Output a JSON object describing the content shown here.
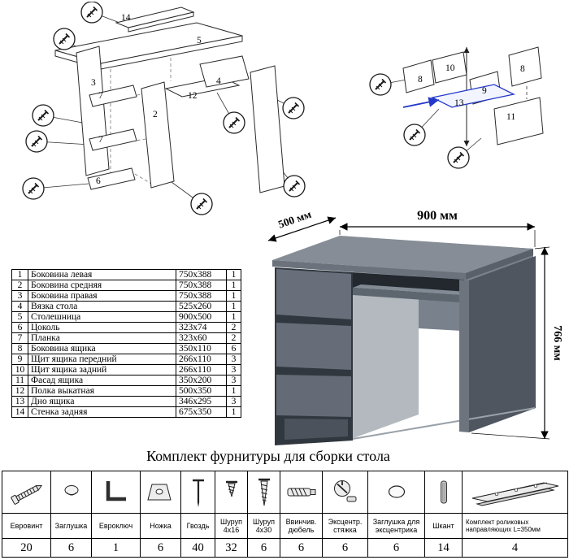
{
  "hardware_title": "Комплект фурнитуры для сборки стола",
  "desk_dimensions": {
    "width": "900 мм",
    "depth": "500 мм",
    "height": "766 мм"
  },
  "exploded_left_labels": {
    "p14": "14",
    "p5": "5",
    "p3": "3",
    "p7a": "7",
    "p7b": "7",
    "p6": "6",
    "p2": "2",
    "p12": "12",
    "p4": "4"
  },
  "exploded_right_labels": {
    "p10": "10",
    "p8a": "8",
    "p8b": "8",
    "p9": "9",
    "p13": "13",
    "p11": "11"
  },
  "parts_table": {
    "rows": [
      {
        "num": "1",
        "name": "Боковина левая",
        "size": "750х388",
        "qty": "1"
      },
      {
        "num": "2",
        "name": "Боковина средняя",
        "size": "750х388",
        "qty": "1"
      },
      {
        "num": "3",
        "name": "Боковина правая",
        "size": "750х388",
        "qty": "1"
      },
      {
        "num": "4",
        "name": "Вязка стола",
        "size": "525х260",
        "qty": "1"
      },
      {
        "num": "5",
        "name": "Столешница",
        "size": "900х500",
        "qty": "1"
      },
      {
        "num": "6",
        "name": "Цоколь",
        "size": "323х74",
        "qty": "2"
      },
      {
        "num": "7",
        "name": "Планка",
        "size": "323х60",
        "qty": "2"
      },
      {
        "num": "8",
        "name": "Боковина ящика",
        "size": "350х110",
        "qty": "6"
      },
      {
        "num": "9",
        "name": "Щит ящика передний",
        "size": "266х110",
        "qty": "3"
      },
      {
        "num": "10",
        "name": "Щит ящика задний",
        "size": "266х110",
        "qty": "3"
      },
      {
        "num": "11",
        "name": "Фасад ящика",
        "size": "350х200",
        "qty": "3"
      },
      {
        "num": "12",
        "name": "Полка выкатная",
        "size": "500х350",
        "qty": "1"
      },
      {
        "num": "13",
        "name": "Дно ящика",
        "size": "346х295",
        "qty": "3"
      },
      {
        "num": "14",
        "name": "Стенка задняя",
        "size": "675х350",
        "qty": "1"
      }
    ]
  },
  "hardware_items": [
    {
      "name": "Евровинт",
      "qty": "20"
    },
    {
      "name": "Заглушка",
      "qty": "6"
    },
    {
      "name": "Евроключ",
      "qty": "1"
    },
    {
      "name": "Ножка",
      "qty": "6"
    },
    {
      "name": "Гвоздь",
      "qty": "40"
    },
    {
      "name": "Шуруп 4х16",
      "qty": "32"
    },
    {
      "name": "Шуруп 4х30",
      "qty": "6"
    },
    {
      "name": "Ввинчив. дюбель",
      "qty": "6"
    },
    {
      "name": "Эксцентр. стяжка",
      "qty": "6"
    },
    {
      "name": "Заглушка для эксцентрика",
      "qty": "6"
    },
    {
      "name": "Шкант",
      "qty": "14"
    },
    {
      "name": "Комплект роликовых направляющих L=350мм",
      "qty": "4"
    }
  ]
}
